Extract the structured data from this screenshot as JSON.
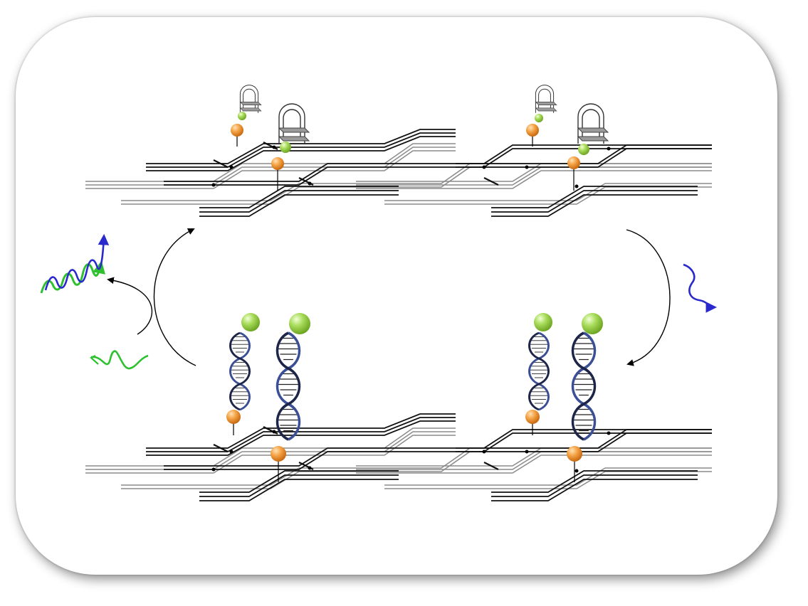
{
  "diagram": {
    "title": "",
    "colors": {
      "card_background": "#ffffff",
      "scaffold_strand_dark": "#111111",
      "scaffold_strand_light": "#8c8c8c",
      "anchor_sphere": "#f29a3c",
      "label_sphere": "#9fd84a",
      "dna_helix_backbone": "#3b4f96",
      "emission_wave_green": "#2fc02f",
      "emission_wave_blue": "#2a2acc",
      "excitation_wave_green": "#2fc02f",
      "excitation_wave_blue": "#2a2acc",
      "cycle_arrow": "#000000"
    },
    "panels": [
      {
        "name": "top-closed-hairpin-state",
        "components": [
          "dna-origami-scaffold",
          "hairpin-probe",
          "hairpin-probe",
          "hairpin-probe",
          "hairpin-probe"
        ]
      },
      {
        "name": "bottom-open-duplex-state",
        "components": [
          "dna-origami-scaffold",
          "dna-double-helix",
          "dna-double-helix",
          "dna-double-helix",
          "dna-double-helix"
        ]
      }
    ],
    "cycle": {
      "direction": "clockwise",
      "arrows": [
        "left-arc-up",
        "right-arc-down",
        "emission-branch-left"
      ]
    },
    "icons": [
      "orange-anchor-sphere",
      "green-fluorophore-sphere",
      "hairpin-cage",
      "dna-helix",
      "squiggle-light-wave",
      "curved-cycle-arrow"
    ]
  }
}
